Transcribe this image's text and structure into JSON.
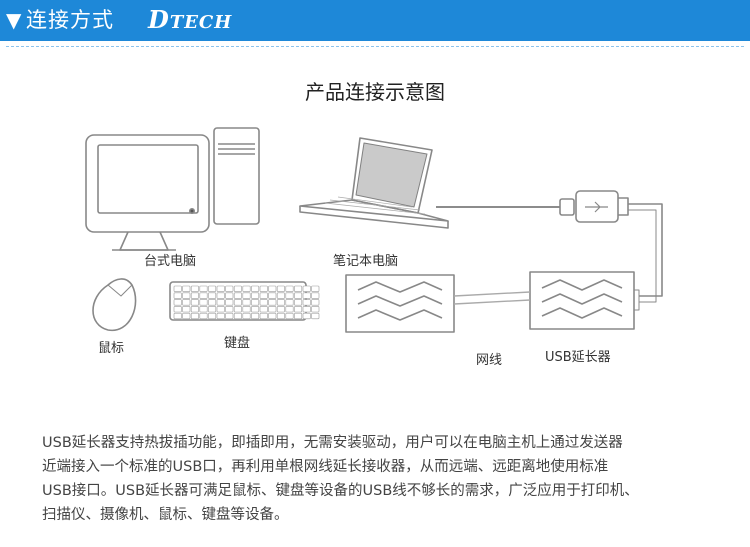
{
  "header": {
    "title": "连接方式",
    "brand": "DTECH",
    "brand_first": "D",
    "brand_rest": "TECH"
  },
  "diagram": {
    "title": "产品连接示意图",
    "labels": {
      "desktop": "台式电脑",
      "laptop": "笔记本电脑",
      "mouse": "鼠标",
      "keyboard": "键盘",
      "network_cable": "网线",
      "extender": "USB延长器"
    }
  },
  "description": {
    "lines": [
      "USB延长器支持热拔插功能，即插即用，无需安装驱动，用户可以在电脑主机上通过发送器",
      "近端接入一个标准的USB口，再利用单根网线延长接收器，从而远端、远距离地使用标准",
      "USB接口。USB延长器可满足鼠标、键盘等设备的USB线不够长的需求，广泛应用于打印机、",
      "扫描仪、摄像机、鼠标、键盘等设备。"
    ]
  },
  "colors": {
    "header_bg": "#1e88d8",
    "line_art": "#888888"
  }
}
